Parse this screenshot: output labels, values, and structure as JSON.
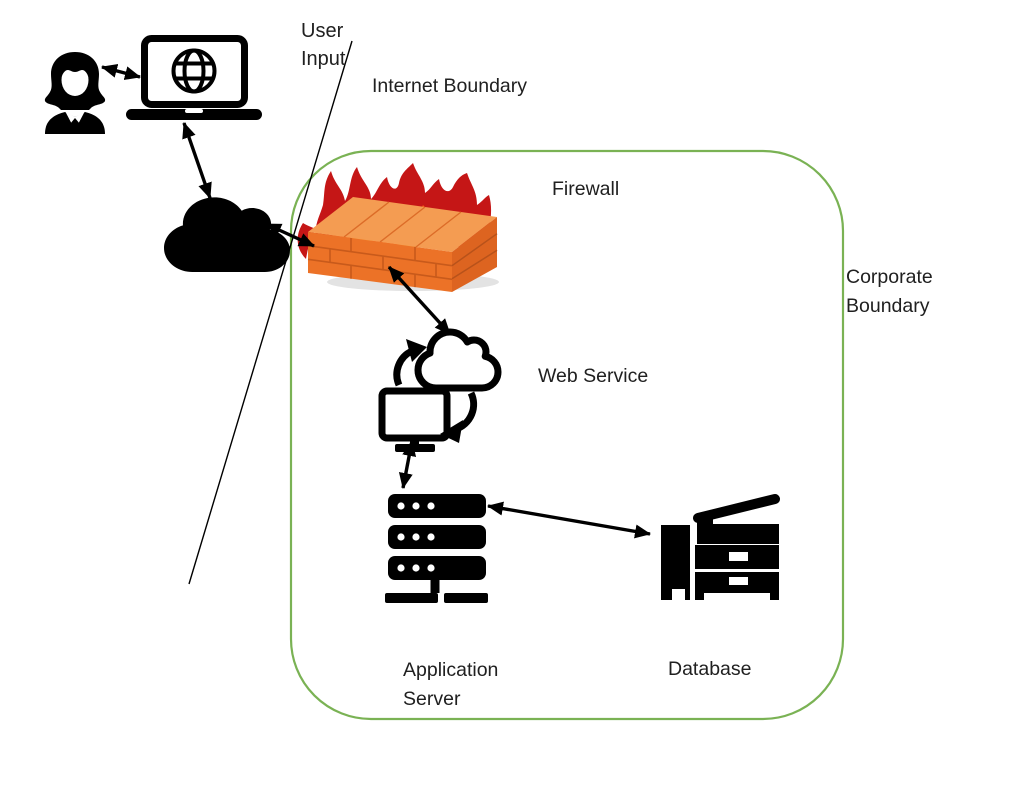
{
  "diagram_title": "threat-model-data-flow-diagram",
  "colors": {
    "boundary_green": "#7AB254",
    "flame_red": "#C51616",
    "flame_orange": "#FF5E17",
    "flame_yellow": "#FFAF25",
    "brick_front": "#EC7227",
    "brick_top": "#F49C52",
    "brick_end": "#DD6420",
    "brick_mortar": "#C85A1B",
    "ink": "#202020"
  },
  "annotations": {
    "user_input": {
      "lines": [
        "User",
        "Input"
      ]
    },
    "internet_boundary": {
      "label": "Internet Boundary"
    },
    "corporate_boundary": {
      "lines": [
        "Corporate",
        "Boundary"
      ]
    }
  },
  "nodes": {
    "user": {
      "icon": "user-icon"
    },
    "browser_laptop": {
      "icon": "laptop-globe-icon"
    },
    "internet_cloud": {
      "icon": "cloud-icon"
    },
    "firewall": {
      "label": "Firewall",
      "icon": "firewall-brick-flame-icon"
    },
    "web_service": {
      "label": "Web Service",
      "icon": "cloud-sync-monitor-icon"
    },
    "application_server": {
      "lines": [
        "Application",
        "Server"
      ],
      "icon": "server-rack-icon"
    },
    "database": {
      "label": "Database",
      "icon": "multifunction-printer-icon"
    }
  },
  "flows": [
    "user-to-laptop",
    "laptop-to-internet-cloud",
    "internet-cloud-to-firewall",
    "firewall-to-web-service",
    "web-service-to-application-server",
    "application-server-to-database"
  ]
}
